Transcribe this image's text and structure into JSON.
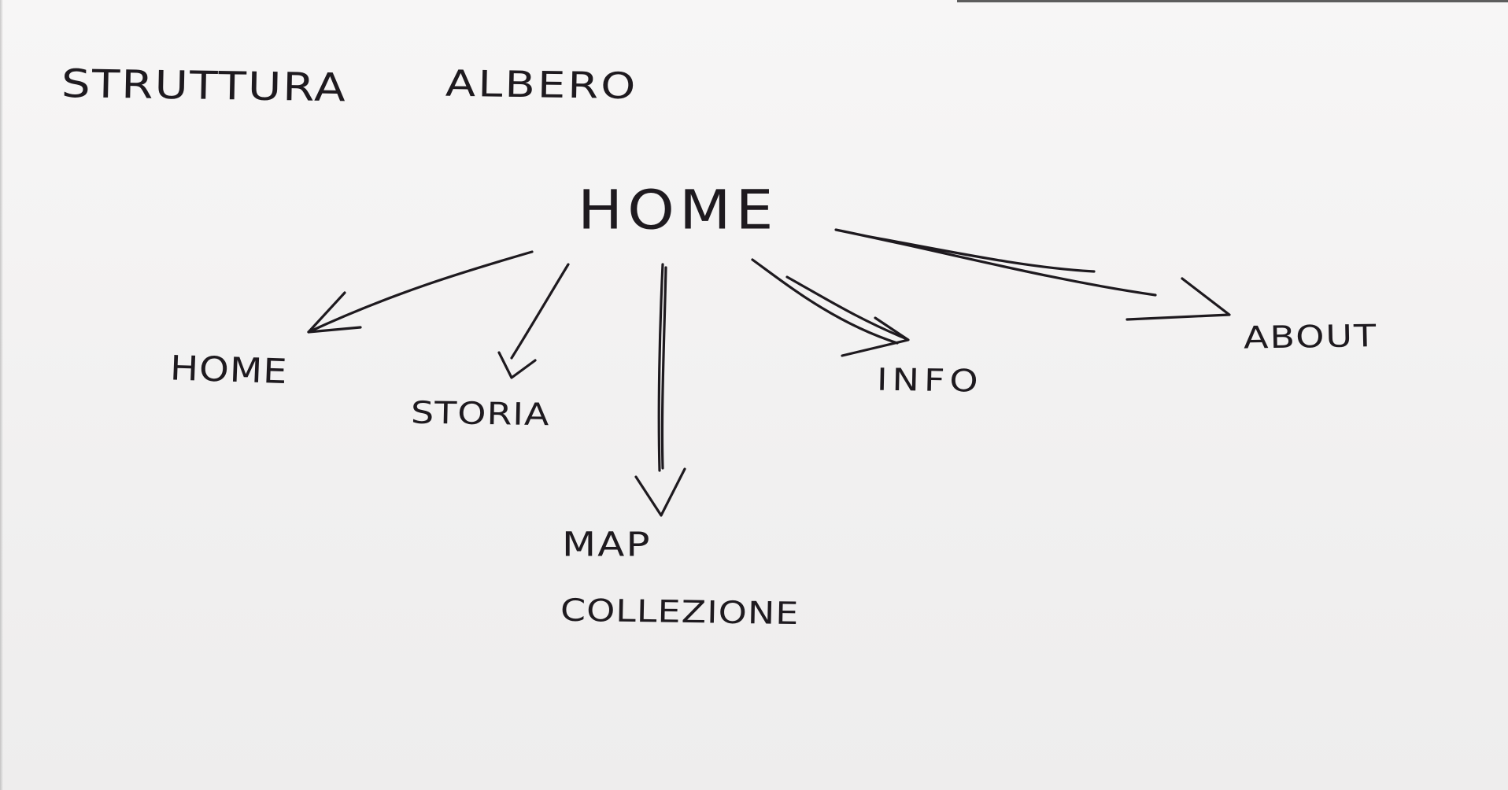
{
  "diagram": {
    "title_word_1": "STRUTTURA",
    "title_word_2": "ALBERO",
    "root": {
      "label": "HOME"
    },
    "children": [
      {
        "id": "home",
        "label": "HOME"
      },
      {
        "id": "storia",
        "label": "STORIA"
      },
      {
        "id": "map",
        "label_line_1": "MAP",
        "label_line_2": "COLLEZIONE"
      },
      {
        "id": "info",
        "label": "INFO"
      },
      {
        "id": "about",
        "label": "ABOUT"
      }
    ],
    "edges": [
      {
        "from": "root",
        "to": "home"
      },
      {
        "from": "root",
        "to": "storia"
      },
      {
        "from": "root",
        "to": "map"
      },
      {
        "from": "root",
        "to": "info"
      },
      {
        "from": "root",
        "to": "about"
      }
    ],
    "colors": {
      "paper": "#f4f3f3",
      "ink": "#1e1a1f"
    }
  }
}
